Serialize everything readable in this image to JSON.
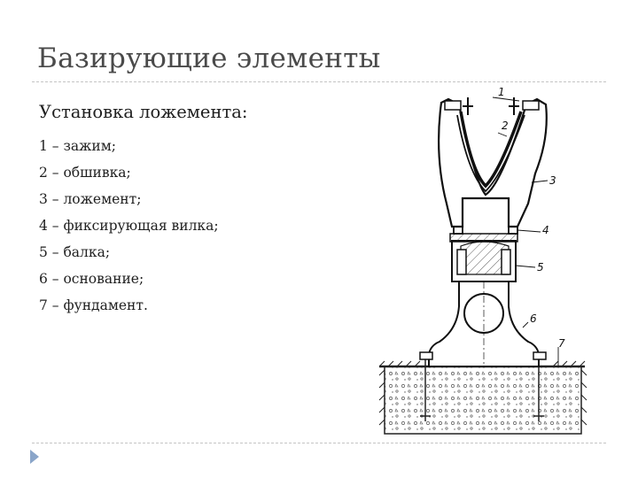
{
  "slide": {
    "title": "Базирующие элементы",
    "subtitle": "Установка ложемента:",
    "legend": [
      "1 – зажим;",
      "2 – обшивка;",
      "3 – ложемент;",
      "4 – фиксирующая вилка;",
      "5 – балка;",
      "6 – основание;",
      "7 – фундамент."
    ]
  },
  "figure": {
    "callouts": [
      "1",
      "2",
      "3",
      "4",
      "5",
      "6",
      "7"
    ]
  }
}
